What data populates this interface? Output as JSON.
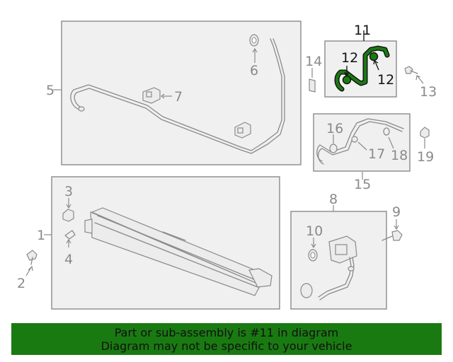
{
  "diagram": {
    "labels": {
      "l1": "1",
      "l2": "2",
      "l3": "3",
      "l4": "4",
      "l5": "5",
      "l6": "6",
      "l7": "7",
      "l8": "8",
      "l9": "9",
      "l10": "10",
      "l11": "11",
      "l12a": "12",
      "l12b": "12",
      "l13": "13",
      "l14": "14",
      "l15": "15",
      "l16": "16",
      "l17": "17",
      "l18": "18",
      "l19": "19"
    },
    "highlighted_part": "11",
    "colors": {
      "highlight": "#1a7a12",
      "part": "#8a8a8a",
      "banner": "#1a7a12"
    }
  },
  "banner": {
    "line1": "Part or sub-assembly is #11 in diagram",
    "line2": "Diagram may not be specific to your vehicle"
  }
}
